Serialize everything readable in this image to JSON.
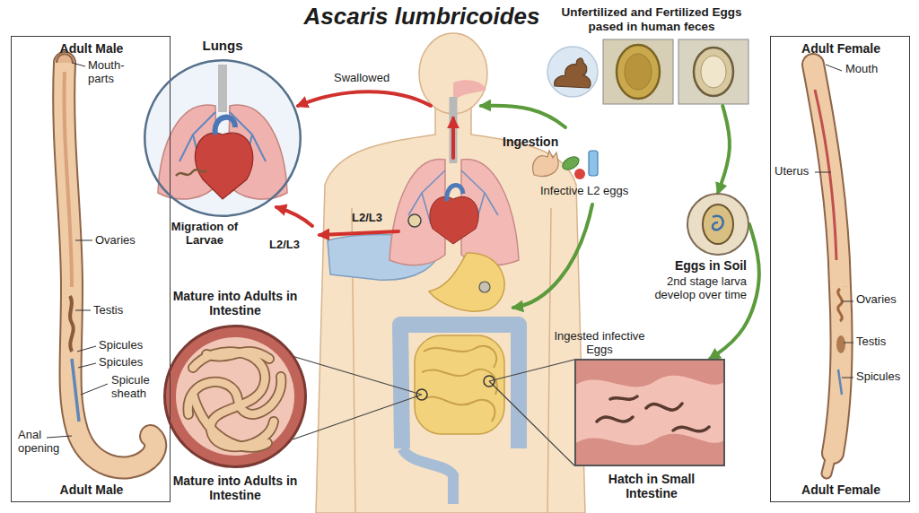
{
  "diagram": {
    "title": "Ascaris lumbricoides",
    "nodes": [
      {
        "text": [
          "Adult Male",
          "Adult Male"
        ]
      },
      {
        "text": [
          "Lungs"
        ]
      },
      {
        "text": [
          "Mature into Adults in Intestine",
          "Mature into Adults in Intestine"
        ]
      },
      {
        "text": [
          "Unfertilized and Fertilized Eggs pased in human feces"
        ]
      },
      {
        "text": [
          "Eggs in Soil",
          "2nd stage larva develop over time"
        ]
      },
      {
        "text": [
          "Hatch in Small Intestine"
        ]
      },
      {
        "text": [
          "Adult Female",
          "Adult Female"
        ]
      }
    ],
    "edges": [
      {
        "from": 3,
        "to": 4,
        "arrow": "to"
      },
      {
        "from": 4,
        "to": 5,
        "arrow": "to"
      }
    ],
    "labels": [
      "Mouth- parts",
      "Ovaries",
      "Testis",
      "Spicules",
      "Spicules",
      "Spicule sheath",
      "Anal opening",
      "Swallowed",
      "Migration of Larvae",
      "L2/L3",
      "L2/L3",
      "Ingestion",
      "Infective L2 eggs",
      "Ingested infective Eggs",
      "Mouth",
      "Uterus",
      "Ovaries",
      "Testis",
      "Spicules"
    ]
  }
}
